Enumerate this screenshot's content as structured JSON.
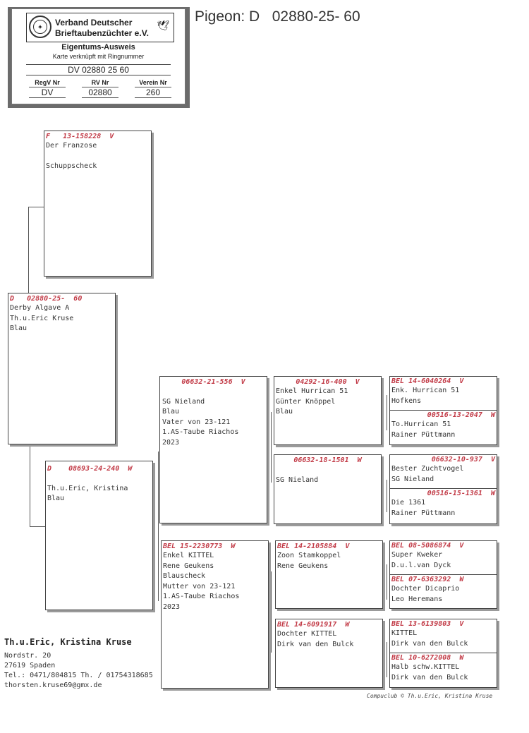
{
  "card": {
    "association_line1": "Verband Deutscher",
    "association_line2": "Brieftaubenzüchter e.V.",
    "title": "Eigentums-Ausweis",
    "subtitle": "Karte verknüpft mit Ringnummer",
    "ring_number": "DV 02880 25 60",
    "headers": [
      "RegV Nr",
      "RV Nr",
      "Verein Nr"
    ],
    "values": [
      "DV",
      "02880",
      "260"
    ]
  },
  "pigeon_title": "Pigeon: D   02880-25- 60",
  "pigeons": {
    "subject": {
      "ring": "D   02880-25-  60",
      "text": "Derby Algave A\nTh.u.Eric Kruse\nBlau"
    },
    "sire": {
      "ring": "F   13-158228  V",
      "text": "Der Franzose\n\nSchuppscheck"
    },
    "dam": {
      "ring": "D    08693-24-240  W",
      "text": "\nTh.u.Eric, Kristina\nBlau"
    },
    "dam_sire": {
      "ring": "06632-21-556  V",
      "text": "\nSG Nieland\nBlau\nVater von 23-121\n1.AS-Taube Riachos\n2023"
    },
    "dam_dam": {
      "ring": "BEL 15-2230773  W",
      "text": "Enkel KITTEL\nRene Geukens\nBlauscheck\nMutter von 23-121\n1.AS-Taube Riachos\n2023"
    },
    "dss": {
      "ring": "04292-16-400  V",
      "text": "Enkel Hurrican 51\nGünter Knöppel\nBlau"
    },
    "dsd": {
      "ring": "06632-18-1501  W",
      "text": "\nSG Nieland"
    },
    "dds": {
      "ring": "BEL 14-2105884  V",
      "text": "Zoon Stamkoppel\nRene Geukens"
    },
    "ddd": {
      "ring": "BEL 14-6091917  W",
      "text": "Dochter KITTEL\nDirk van den Bulck"
    },
    "dsss": {
      "ring": "BEL 14-6040264  V",
      "text": "Enk. Hurrican 51\nHofkens"
    },
    "dssd": {
      "ring": "00516-13-2047  W",
      "text": "To.Hurrican 51\nRainer Püttmann"
    },
    "dsds": {
      "ring": "06632-10-937  V",
      "text": "Bester Zuchtvogel\nSG Nieland"
    },
    "dsdd": {
      "ring": "00516-15-1361  W",
      "text": "Die 1361\nRainer Püttmann"
    },
    "ddss": {
      "ring": "BEL 08-5086874  V",
      "text": "Super Kweker\nD.u.l.van Dyck"
    },
    "ddsd": {
      "ring": "BEL 07-6363292  W",
      "text": "Dochter Dicaprio\nLeo Heremans"
    },
    "ddds": {
      "ring": "BEL 13-6139803  V",
      "text": "KITTEL\nDirk van den Bulck"
    },
    "dddd": {
      "ring": "BEL 10-6272008  W",
      "text": "Halb schw.KITTEL\nDirk van den Bulck"
    }
  },
  "owner": {
    "name": "Th.u.Eric, Kristina Kruse",
    "street": "Nordstr. 20",
    "city": "27619  Spaden",
    "phone": "Tel.: 0471/804815 Th. / 01754318685",
    "email": "thorsten.kruse69@gmx.de"
  },
  "footer": "Compuclub © Th.u.Eric, Kristina Kruse"
}
